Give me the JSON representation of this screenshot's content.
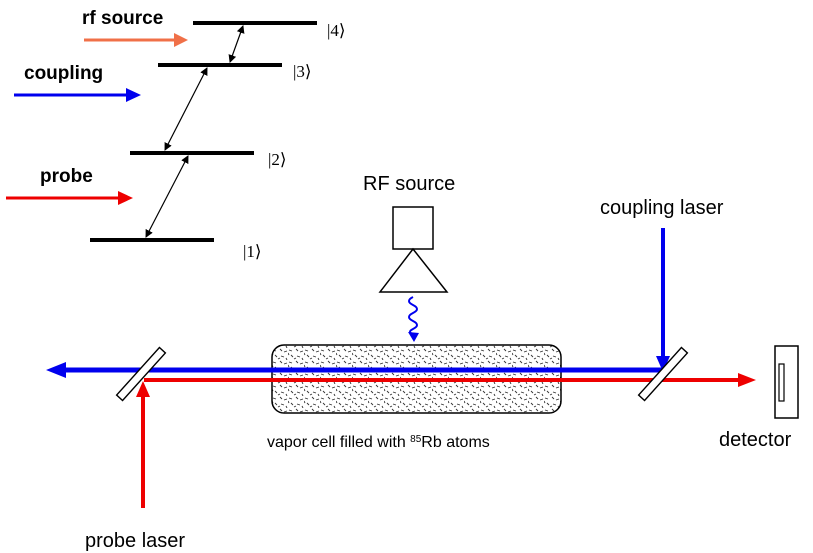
{
  "energy_levels": {
    "legend": {
      "rf_source": {
        "label": "rf source",
        "color": "#f07048"
      },
      "coupling": {
        "label": "coupling",
        "color": "#0000ee"
      },
      "probe": {
        "label": "probe",
        "color": "#ee0000"
      }
    },
    "states": [
      "|4⟩",
      "|3⟩",
      "|2⟩",
      "|1⟩"
    ]
  },
  "setup": {
    "rf_source_label": "RF  source",
    "coupling_laser_label": "coupling laser",
    "probe_laser_label": "probe laser",
    "detector_label": "detector",
    "vapor_cell_label_prefix": "vapor cell filled with ",
    "isotope_mass": "85",
    "isotope_element": "Rb",
    "vapor_cell_label_suffix": " atoms"
  },
  "colors": {
    "probe": "#ee0000",
    "coupling": "#0000ee",
    "rf": "#f07048",
    "line": "#000000"
  }
}
